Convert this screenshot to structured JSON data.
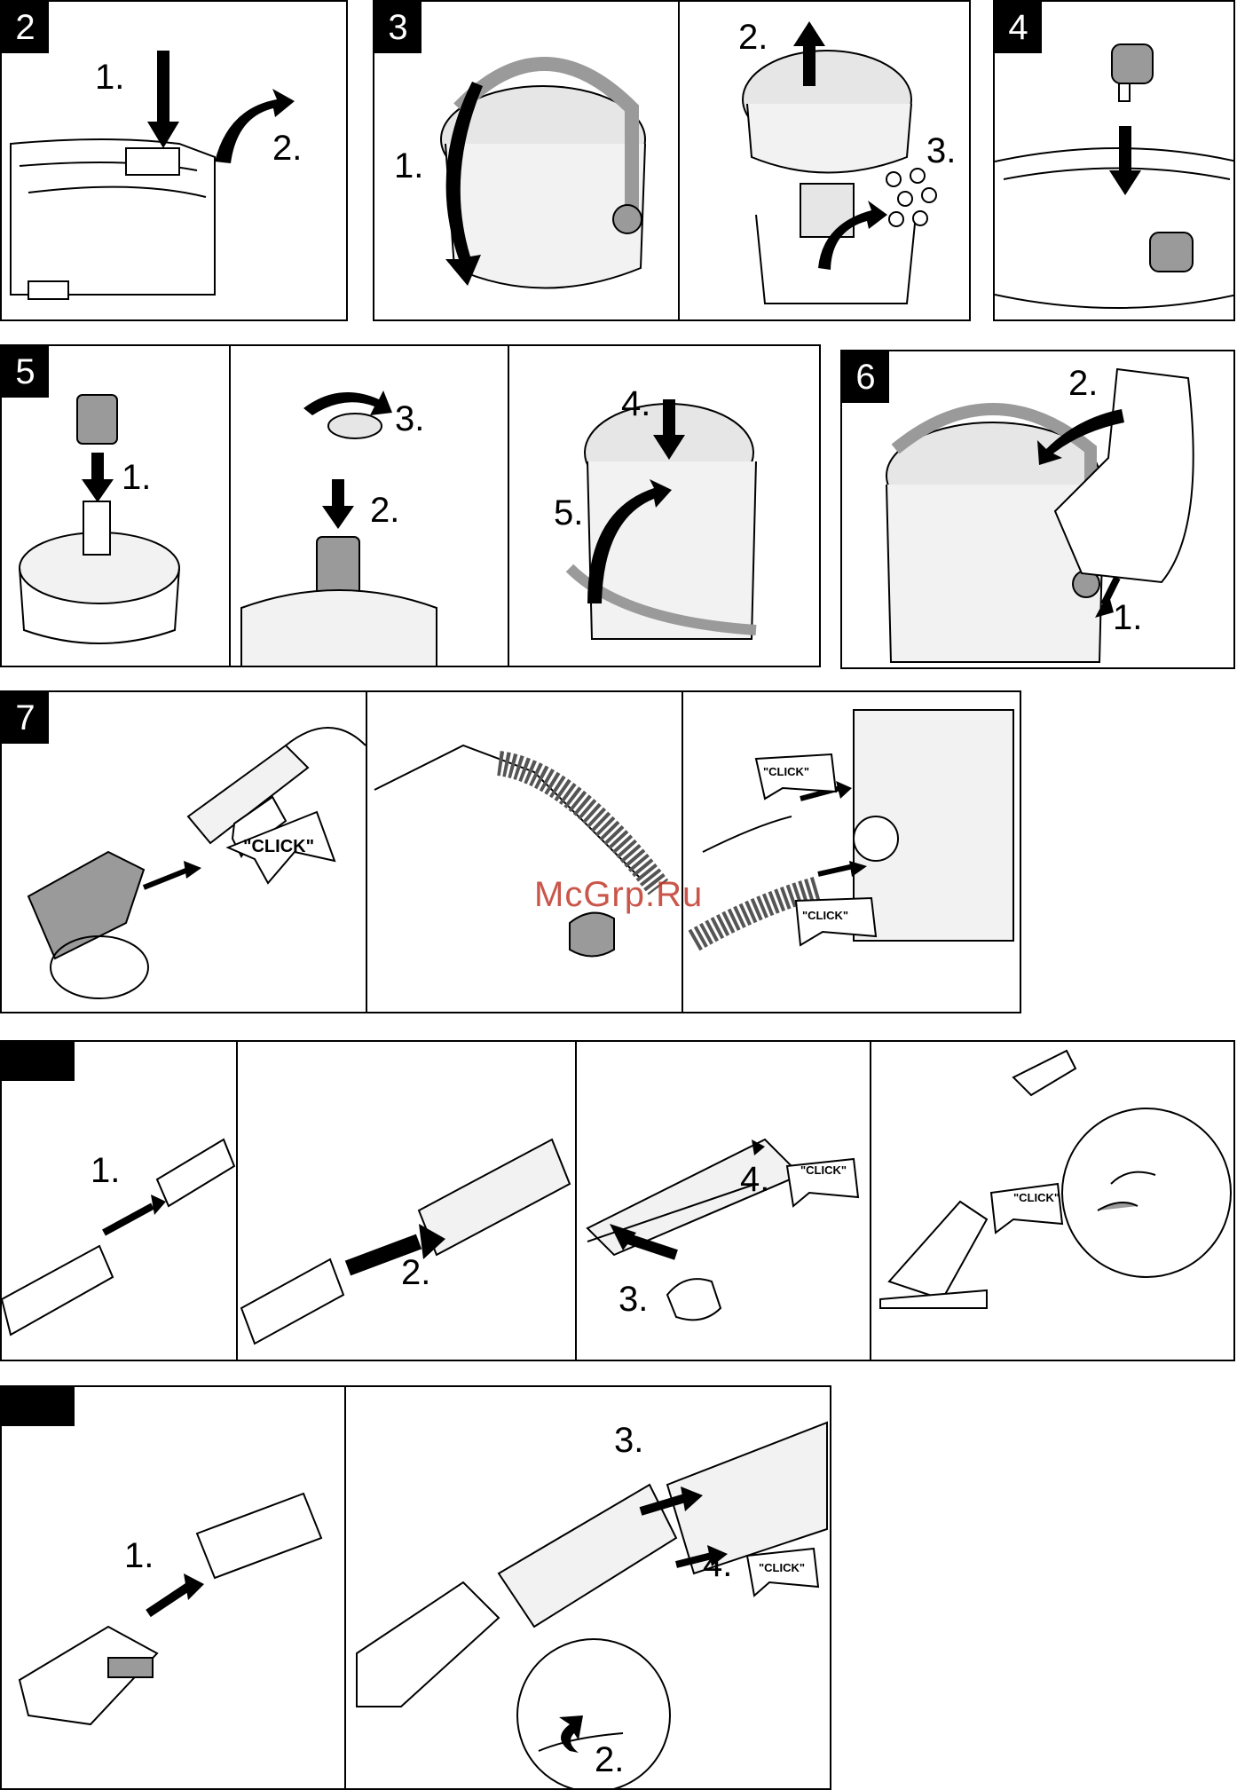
{
  "panels": {
    "p2": {
      "badge": "2",
      "steps": [
        "1.",
        "2."
      ]
    },
    "p3": {
      "badge": "3",
      "steps": [
        "1.",
        "2.",
        "3."
      ]
    },
    "p4": {
      "badge": "4"
    },
    "p5": {
      "badge": "5",
      "steps": [
        "1.",
        "2.",
        "3.",
        "4.",
        "5."
      ]
    },
    "p6": {
      "badge": "6",
      "steps": [
        "1.",
        "2."
      ]
    },
    "p7": {
      "badge": "7",
      "clicks": [
        "\"CLICK\"",
        "\"CLICK\"",
        "\"CLICK\""
      ]
    },
    "p8": {
      "badge": "",
      "steps": [
        "1.",
        "2.",
        "3.",
        "4."
      ],
      "clicks": [
        "\"CLICK\"",
        "\"CLICK\""
      ]
    },
    "p9": {
      "badge": "",
      "steps": [
        "1.",
        "2.",
        "3.",
        "4."
      ],
      "clicks": [
        "\"CLICK\""
      ]
    }
  },
  "watermark": "McGrp.Ru",
  "colors": {
    "badge_bg": "#000000",
    "line": "#000000",
    "part_grey": "#9a9a9a",
    "watermark": "#c0392b"
  }
}
